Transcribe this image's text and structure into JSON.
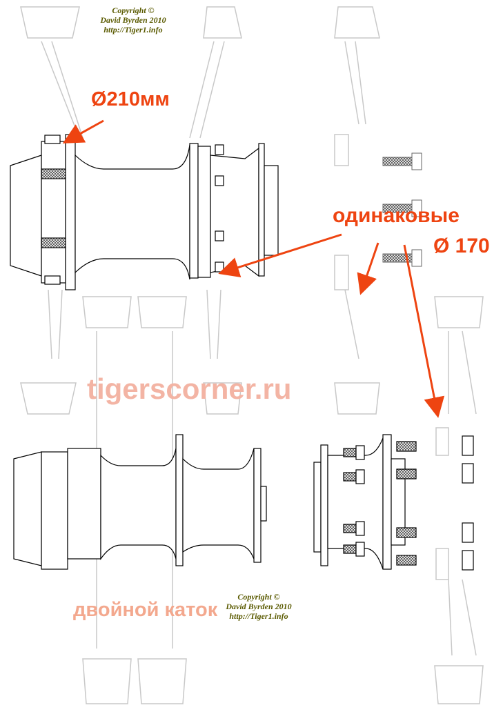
{
  "copyright_top": {
    "line1": "Copyright ©",
    "line2": "David Byrden 2010",
    "line3": "http://Tiger1.info"
  },
  "copyright_bottom": {
    "line1": "Copyright ©",
    "line2": "David Byrden 2010",
    "line3": "http://Tiger1.info"
  },
  "annotations": {
    "diameter_210": "Ø210мм",
    "identical": "одинаковые",
    "diameter_170": "Ø 170"
  },
  "watermark": "tigerscorner.ru",
  "caption": "двойной каток",
  "colors": {
    "annotation": "#ee4411",
    "watermark": "#f3b4a4",
    "copyright": "#5a5a00",
    "line": "#000000",
    "ghost": "#c8c8c8"
  }
}
